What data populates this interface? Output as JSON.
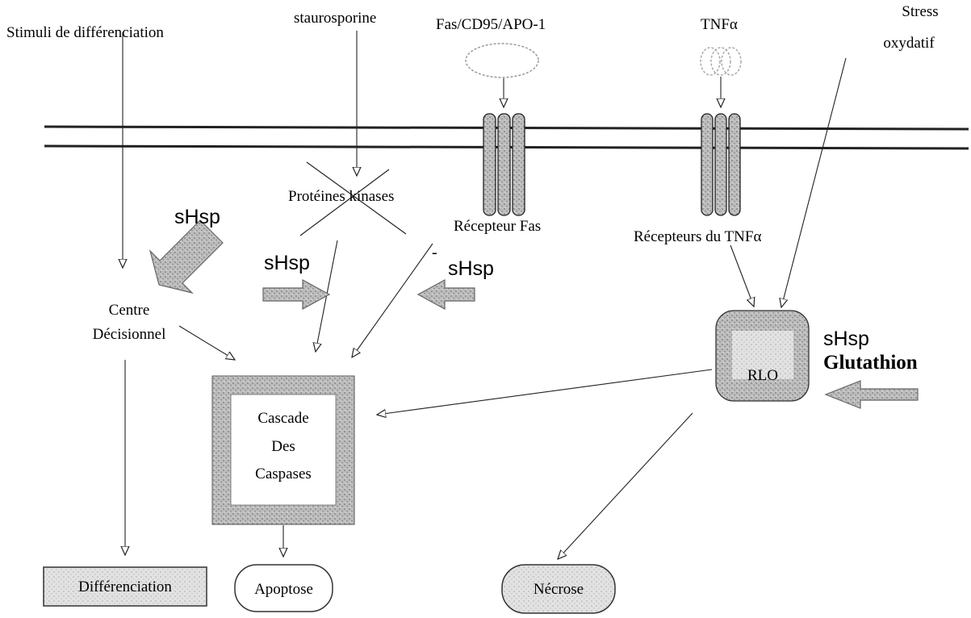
{
  "labels": {
    "stimuli": "Stimuli de différenciation",
    "staurosporine": "staurosporine",
    "fas_ligand": "Fas/CD95/APO-1",
    "tnf": "TNFα",
    "stress_line1": "Stress",
    "stress_line2": "oxydatif",
    "protein_kinases": "Protéines kinases",
    "fas_receptor": "Récepteur Fas",
    "tnf_receptors": "Récepteurs du TNFα",
    "decision_line1": "Centre",
    "decision_line2": "Décisionnel",
    "caspase_line1": "Cascade",
    "caspase_line2": "Des",
    "caspase_line3": "Caspases",
    "rlo": "RLO",
    "differentiation": "Différenciation",
    "apoptose": "Apoptose",
    "necrose": "Nécrose",
    "shsp": "sHsp",
    "glutathion": "Glutathion",
    "minus_sign": "-"
  },
  "colors": {
    "line": "#222222",
    "gray_fill": "#9a9a9a",
    "light_fill": "#dcdcdc",
    "arrow_fill": "#8c8c8c"
  }
}
